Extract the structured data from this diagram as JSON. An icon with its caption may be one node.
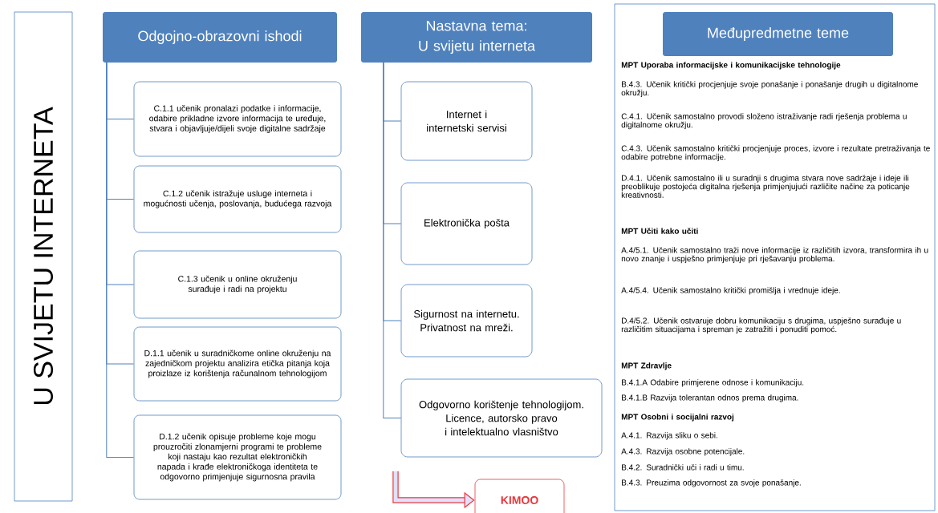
{
  "diagram": {
    "nodes": [
      {
        "text": [
          "U SVIJETU INTERNETA"
        ]
      },
      {
        "text": [
          "Odgojno-obrazovni ishodi"
        ]
      },
      {
        "text": [
          "C.1.1 učenik pronalazi podatke i informacije, odabire prikladne izvore informacija te uređuje, stvara i objavljuje/dijeli svoje digitalne sadržaje"
        ]
      },
      {
        "text": [
          "C.1.2 učenik istražuje usluge interneta i mogućnosti učenja, poslovanja, budućega razvoja"
        ]
      },
      {
        "text": [
          "C.1.3 učenik u online okruženju surađuje i radi na projektu"
        ]
      },
      {
        "text": [
          "D.1.1 učenik u suradničkome online okruženju na zajedničkom projektu analizira etička pitanja koja proizlaze iz korištenja računalnom tehnologijom"
        ]
      },
      {
        "text": [
          "D.1.2 učenik opisuje probleme koje mogu prouzročiti zlonamjerni programi te probleme koji nastaju kao rezultat elektroničkih napada i krađe elektroničkoga identiteta te odgovorno primjenjuje sigurnosna pravila"
        ]
      },
      {
        "text": [
          "Nastavna tema:",
          "U svijetu interneta"
        ]
      },
      {
        "text": [
          "Internet i internetski servisi"
        ]
      },
      {
        "text": [
          "Elektronička pošta"
        ]
      },
      {
        "text": [
          "Sigurnost na internetu. Privatnost na mreži."
        ]
      },
      {
        "text": [
          "Odgovorno korištenje tehnologijom. Licence, autorsko pravo i intelektualno vlasništvo"
        ]
      },
      {
        "text": [
          "KIMOO"
        ]
      },
      {
        "text": [
          "MPT Uporaba informacijske i komunikacijske tehnologije",
          "B.4.3. Učenik kritički procjenjuje svoje ponašanje i ponašanje drugih u digitalnome okružju.",
          "C.4.1. Učenik samostalno provodi složeno istraživanje radi rješenja problema u digitalnome okružju.",
          "C.4.3. Učenik samostalno kritički procjenjuje proces, izvore i rezultate pretraživanja te odabire potrebne informacije.",
          "D.4.1. Učenik samostalno ili u suradnji s drugima stvara nove sadržaje i ideje ili preoblikuje postojeća digitalna rješenja primjenjujući različite načine za poticanje kreativnosti.",
          "MPT Učiti kako učiti",
          "A.4/5.1. Učenik samostalno traži nove informacije iz različitih izvora, transformira ih u novo znanje i uspješno primjenjuje pri rješavanju problema.",
          "A.4/5.4. Učenik samostalno kritički promišlja i vrednuje ideje.",
          "D.4/5.2. Učenik ostvaruje dobru komunikaciju s drugima, uspješno surađuje u različitim situacijama i spreman je zatražiti i ponuditi pomoć.",
          "MPT Zdravlje",
          "B.4.1.A Odabire primjerene odnose i komunikaciju.",
          "B.4.1.B Razvija tolerantan odnos prema drugima.",
          "MPT Osobni i socijalni razvoj",
          "A.4.1. Razvija sliku o sebi.",
          "A.4.3. Razvija osobne potencijale.",
          "B.4.2. Suradnički uči i radi u timu.",
          "B.4.3. Preuzima odgovornost za svoje ponašanje."
        ]
      },
      {
        "text": [
          "Međupredmetne teme"
        ],
        "in": 13
      }
    ],
    "edges": [
      {
        "from": 1,
        "to": 2,
        "arrow": "none"
      },
      {
        "from": 1,
        "to": 3,
        "arrow": "none"
      },
      {
        "from": 1,
        "to": 4,
        "arrow": "none"
      },
      {
        "from": 1,
        "to": 5,
        "arrow": "none"
      },
      {
        "from": 1,
        "to": 6,
        "arrow": "none"
      },
      {
        "from": 7,
        "to": 8,
        "arrow": "none"
      },
      {
        "from": 7,
        "to": 9,
        "arrow": "none"
      },
      {
        "from": 7,
        "to": 10,
        "arrow": "none"
      },
      {
        "from": 7,
        "to": 11,
        "arrow": "none"
      },
      {
        "from": null,
        "to": 12,
        "arrow": "to",
        "style": "thick",
        "color": "#e8383d"
      }
    ]
  }
}
